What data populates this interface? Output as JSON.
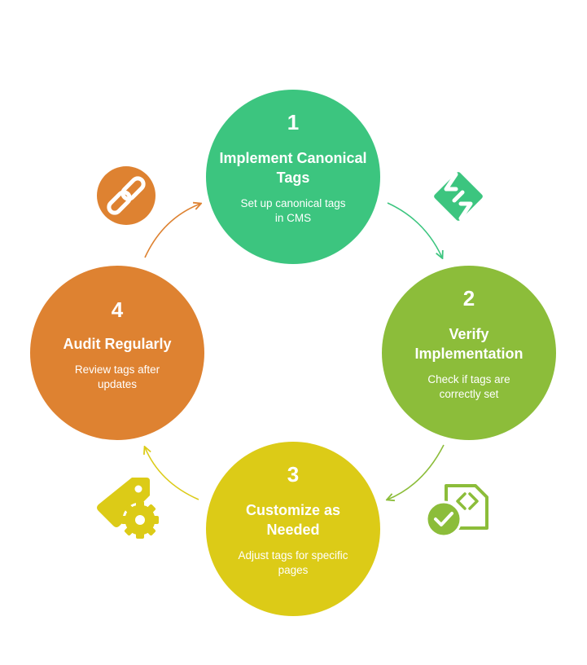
{
  "steps": [
    {
      "number": "1",
      "title": "Implement Canonical Tags",
      "description": "Set up canonical tags in CMS",
      "color": "#3cc57f",
      "icon": "link-diamond-icon"
    },
    {
      "number": "2",
      "title": "Verify Implementation",
      "description": "Check if tags are correctly set",
      "color": "#8cbd3a",
      "icon": "code-file-check-icon"
    },
    {
      "number": "3",
      "title": "Customize as Needed",
      "description": "Adjust tags for specific pages",
      "color": "#dccb17",
      "icon": "tag-gear-icon"
    },
    {
      "number": "4",
      "title": "Audit Regularly",
      "description": "Review tags after updates",
      "color": "#de8231",
      "icon": "chain-link-icon"
    }
  ],
  "layout": "cycle"
}
